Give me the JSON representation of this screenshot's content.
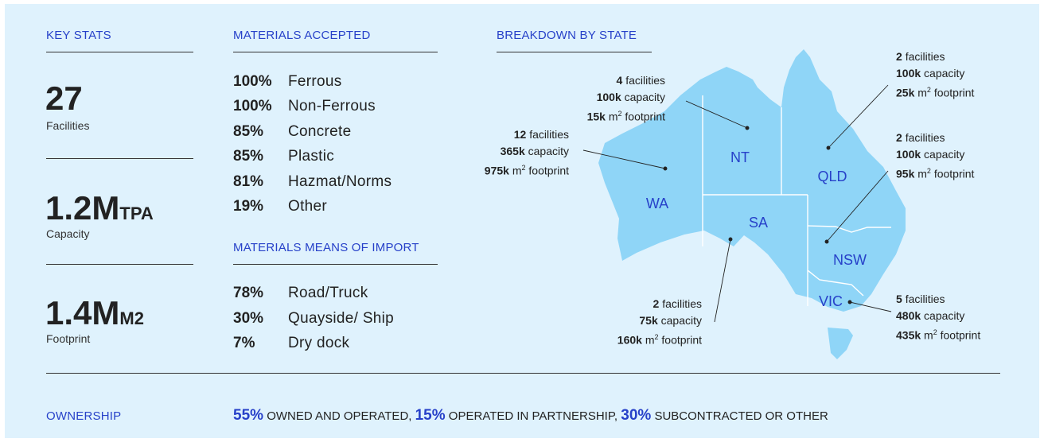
{
  "key_stats": {
    "heading": "KEY STATS",
    "items": [
      {
        "value": "27",
        "unit": "",
        "label": "Facilities"
      },
      {
        "value": "1.2M",
        "unit": "TPA",
        "label": "Capacity"
      },
      {
        "value": "1.4M",
        "unit": "M2",
        "label": "Footprint"
      }
    ]
  },
  "materials_accepted": {
    "heading": "MATERIALS ACCEPTED",
    "items": [
      {
        "pct": "100%",
        "name": "Ferrous"
      },
      {
        "pct": "100%",
        "name": "Non-Ferrous"
      },
      {
        "pct": "85%",
        "name": "Concrete"
      },
      {
        "pct": "85%",
        "name": "Plastic"
      },
      {
        "pct": "81%",
        "name": "Hazmat/Norms"
      },
      {
        "pct": "19%",
        "name": "Other"
      }
    ]
  },
  "materials_import": {
    "heading": "MATERIALS MEANS OF IMPORT",
    "items": [
      {
        "pct": "78%",
        "name": "Road/Truck"
      },
      {
        "pct": "30%",
        "name": "Quayside/ Ship"
      },
      {
        "pct": "7%",
        "name": "Dry dock"
      }
    ]
  },
  "breakdown": {
    "heading": "BREAKDOWN BY STATE",
    "facilities_word": "facilities",
    "capacity_word": "capacity",
    "footprint_unit": "m",
    "footprint_sup": "2",
    "footprint_word": "footprint",
    "states": [
      {
        "state": "NT",
        "facilities": "4",
        "capacity": "100k",
        "footprint": "15k"
      },
      {
        "state": "WA",
        "facilities": "12",
        "capacity": "365k",
        "footprint": "975k"
      },
      {
        "state": "SA",
        "facilities": "2",
        "capacity": "75k",
        "footprint": "160k"
      },
      {
        "state": "QLD",
        "facilities": "2",
        "capacity": "100k",
        "footprint": "25k"
      },
      {
        "state": "NSW",
        "facilities": "2",
        "capacity": "100k",
        "footprint": "95k"
      },
      {
        "state": "VIC",
        "facilities": "5",
        "capacity": "480k",
        "footprint": "435k"
      }
    ]
  },
  "ownership": {
    "label": "OWNERSHIP",
    "parts": [
      {
        "pct": "55%",
        "text": " OWNED AND OPERATED, "
      },
      {
        "pct": "15%",
        "text": " OPERATED IN PARTNERSHIP, "
      },
      {
        "pct": "30%",
        "text": " SUBCONTRACTED OR OTHER"
      }
    ]
  },
  "colors": {
    "background": "#dff2fd",
    "accent": "#2741c9",
    "map_fill": "#8fd5f7",
    "text": "#222222"
  }
}
